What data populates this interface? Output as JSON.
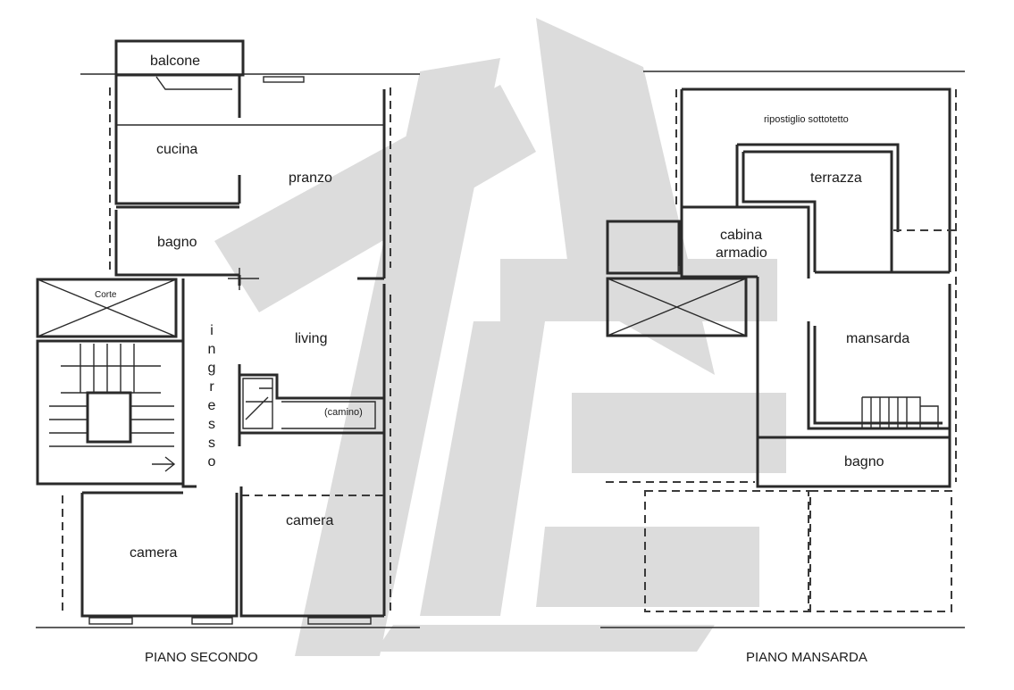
{
  "floor_left": {
    "title": "PIANO SECONDO",
    "rooms": {
      "balcone": "balcone",
      "cucina": "cucina",
      "pranzo": "pranzo",
      "bagno": "bagno",
      "corte": "Corte",
      "living": "living",
      "camino": "(camino)",
      "camera_right": "camera",
      "camera_left": "camera"
    },
    "ingresso_letters": [
      "i",
      "n",
      "g",
      "r",
      "e",
      "s",
      "s",
      "o"
    ]
  },
  "floor_right": {
    "title": "PIANO MANSARDA",
    "rooms": {
      "ripostiglio": "ripostiglio sottotetto",
      "terrazza": "terrazza",
      "cabina_line1": "cabina",
      "cabina_line2": "armadio",
      "mansarda": "mansarda",
      "bagno": "bagno"
    }
  }
}
